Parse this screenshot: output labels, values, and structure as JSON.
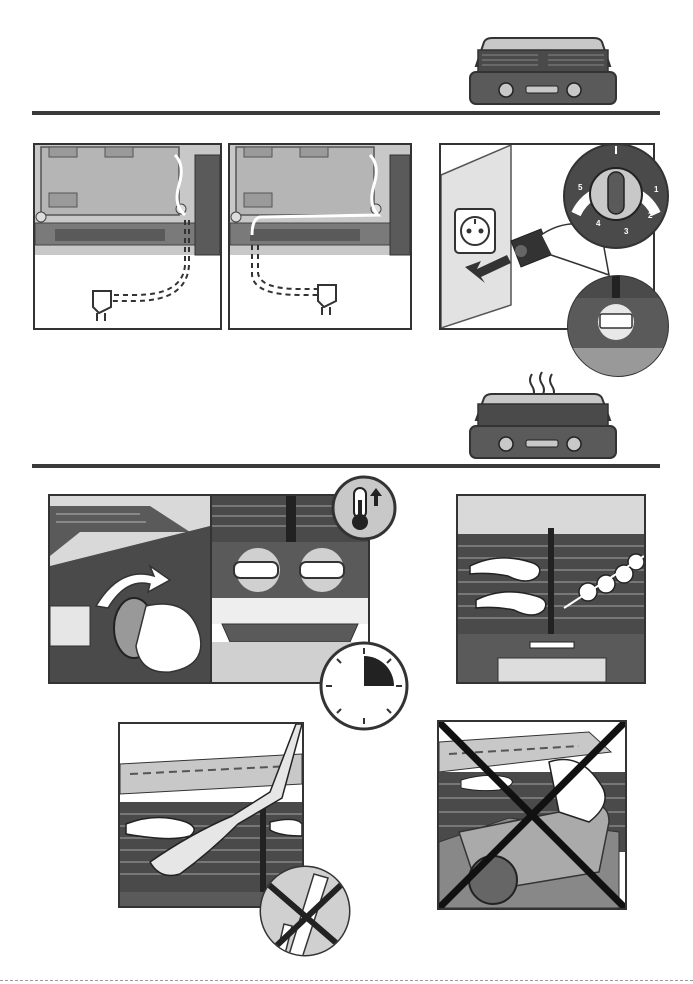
{
  "colors": {
    "ink": "#333333",
    "grill_dark": "#4a4a4a",
    "grill_mid": "#7a7a7a",
    "grill_light": "#c8c8c8",
    "panel_bg": "#d9d9d9",
    "rule": "#3a3a3a"
  },
  "icons": {
    "grill_overview": "grill-icon",
    "steam": "steam-icon",
    "plug": "plug-icon",
    "socket": "wall-socket-icon",
    "thermostat": "thermometer-up-icon",
    "timer": "timer-icon",
    "prohibited": "cross-out-icon"
  },
  "dial": {
    "labels": [
      "1",
      "2",
      "3",
      "4",
      "5"
    ]
  },
  "timer": {
    "elapsed_fraction": 0.25
  }
}
